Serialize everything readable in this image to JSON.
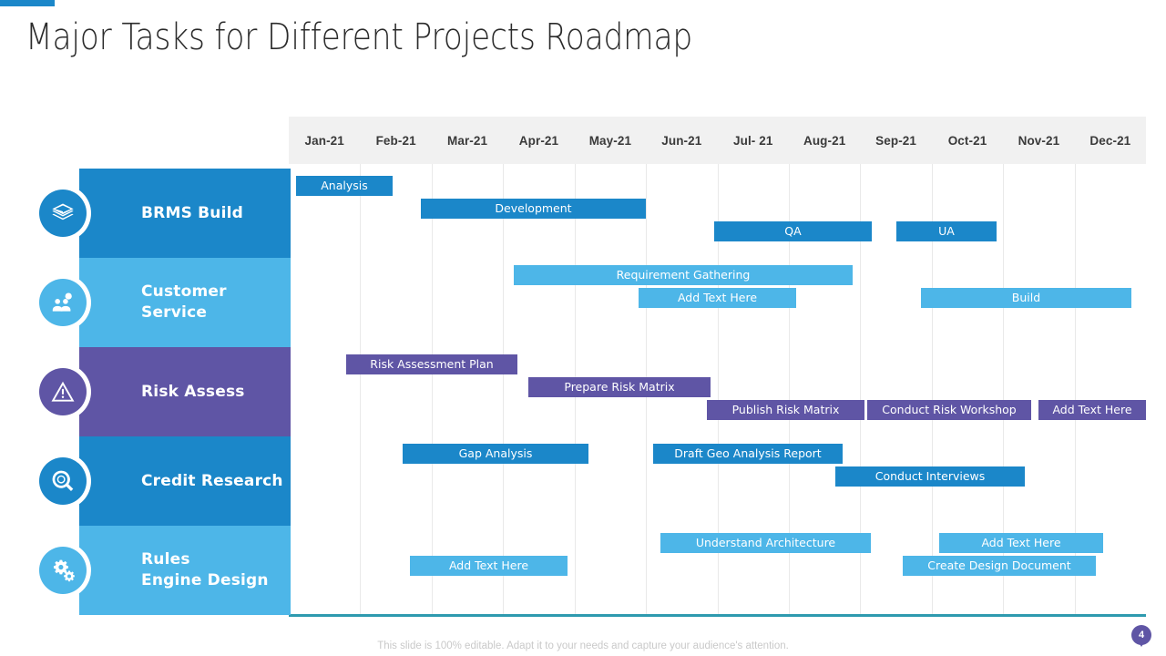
{
  "title": "Major Tasks for Different Projects Roadmap",
  "colors": {
    "accent_bar": "#1B87C9",
    "dark_blue": "#1B87C9",
    "light_blue": "#4DB6E8",
    "purple": "#5F55A5",
    "header_bg": "#f1f1f1",
    "bottom_rule": "#2E9AAF"
  },
  "months": [
    "Jan-21",
    "Feb-21",
    "Mar-21",
    "Apr-21",
    "May-21",
    "Jun-21",
    "Jul- 21",
    "Aug-21",
    "Sep-21",
    "Oct-21",
    "Nov-21",
    "Dec-21"
  ],
  "rows": [
    {
      "label": "BRMS Build",
      "icon": "layers-icon",
      "color": "#1B87C9",
      "height": 98
    },
    {
      "label": "Customer\nService",
      "icon": "people-icon",
      "color": "#4DB6E8",
      "height": 98
    },
    {
      "label": "Risk Assess",
      "icon": "warning-icon",
      "color": "#5F55A5",
      "height": 98
    },
    {
      "label": "Credit Research",
      "icon": "search-icon",
      "color": "#1B87C9",
      "height": 98
    },
    {
      "label": "Rules\nEngine Design",
      "icon": "gears-icon",
      "color": "#4DB6E8",
      "height": 98
    }
  ],
  "chart_data": {
    "type": "bar",
    "title": "Major Tasks for Different Projects Roadmap",
    "xlabel": "",
    "ylabel": "",
    "categories": [
      "Jan-21",
      "Feb-21",
      "Mar-21",
      "Apr-21",
      "May-21",
      "Jun-21",
      "Jul- 21",
      "Aug-21",
      "Sep-21",
      "Oct-21",
      "Nov-21",
      "Dec-21"
    ],
    "grid": true,
    "legend": "none",
    "series": [
      {
        "name": "BRMS Build",
        "color": "#1B87C9",
        "tasks": [
          {
            "label": "Analysis",
            "start_month": 1.1,
            "end_month": 2.45,
            "lane": 0
          },
          {
            "label": "Development",
            "start_month": 2.85,
            "end_month": 6.0,
            "lane": 1
          },
          {
            "label": "QA",
            "start_month": 6.95,
            "end_month": 9.15,
            "lane": 2
          },
          {
            "label": "UA",
            "start_month": 9.5,
            "end_month": 10.9,
            "lane": 2
          }
        ]
      },
      {
        "name": "Customer Service",
        "color": "#4DB6E8",
        "tasks": [
          {
            "label": "Requirement Gathering",
            "start_month": 4.15,
            "end_month": 8.9,
            "lane": 0
          },
          {
            "label": "Add Text Here",
            "start_month": 5.9,
            "end_month": 8.1,
            "lane": 1
          },
          {
            "label": "Build",
            "start_month": 9.85,
            "end_month": 12.8,
            "lane": 1
          }
        ]
      },
      {
        "name": "Risk Assess",
        "color": "#5F55A5",
        "tasks": [
          {
            "label": "Risk Assessment Plan",
            "start_month": 1.8,
            "end_month": 4.2,
            "lane": 0
          },
          {
            "label": "Prepare Risk Matrix",
            "start_month": 4.35,
            "end_month": 6.9,
            "lane": 1
          },
          {
            "label": "Publish Risk Matrix",
            "start_month": 6.85,
            "end_month": 9.05,
            "lane": 2
          },
          {
            "label": "Conduct Risk Workshop",
            "start_month": 9.1,
            "end_month": 11.4,
            "lane": 2
          },
          {
            "label": "Add Text Here",
            "start_month": 11.5,
            "end_month": 13.0,
            "lane": 2
          }
        ]
      },
      {
        "name": "Credit Research",
        "color": "#1B87C9",
        "tasks": [
          {
            "label": "Gap Analysis",
            "start_month": 2.6,
            "end_month": 5.2,
            "lane": 0
          },
          {
            "label": "Draft Geo Analysis Report",
            "start_month": 6.1,
            "end_month": 8.75,
            "lane": 0
          },
          {
            "label": "Conduct Interviews",
            "start_month": 8.65,
            "end_month": 11.3,
            "lane": 1
          }
        ]
      },
      {
        "name": "Rules Engine Design",
        "color": "#4DB6E8",
        "tasks": [
          {
            "label": "Understand Architecture",
            "start_month": 6.2,
            "end_month": 9.15,
            "lane": 0
          },
          {
            "label": "Add Text Here",
            "start_month": 10.1,
            "end_month": 12.4,
            "lane": 0
          },
          {
            "label": "Add Text Here",
            "start_month": 2.7,
            "end_month": 4.9,
            "lane": 1
          },
          {
            "label": "Create Design Document",
            "start_month": 9.6,
            "end_month": 12.3,
            "lane": 1
          }
        ]
      }
    ]
  },
  "footer": {
    "note": "This slide is 100% editable. Adapt it to your needs and capture your audience's attention.",
    "page_number": "4"
  }
}
